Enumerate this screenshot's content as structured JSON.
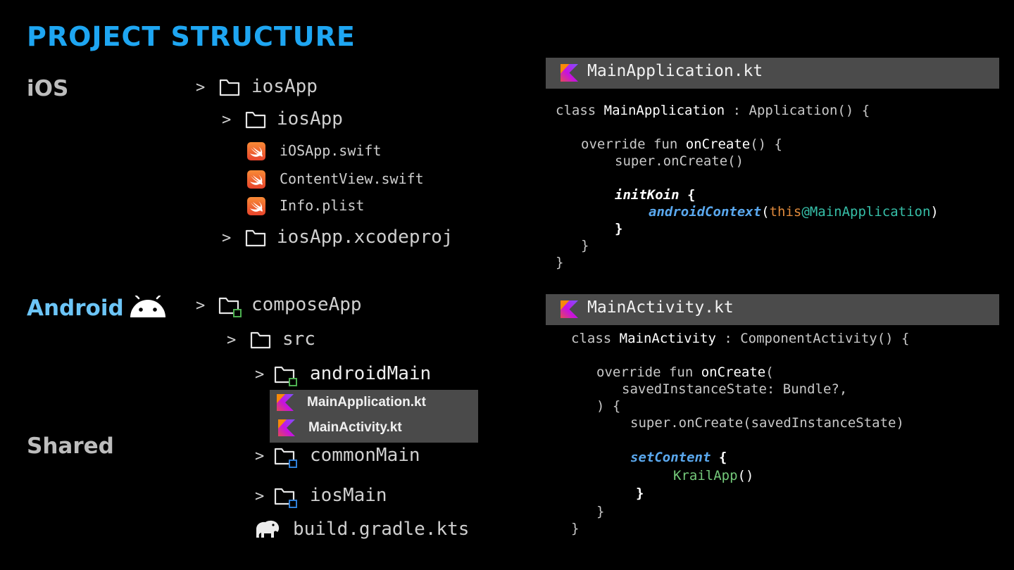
{
  "title": "PROJECT STRUCTURE",
  "sections": {
    "ios": "iOS",
    "android": "Android",
    "shared": "Shared"
  },
  "tree": {
    "chevron": ">",
    "ios_app_root": "iosApp",
    "ios_app_inner": "iosApp",
    "ios_swift": "iOSApp.swift",
    "content_view": "ContentView.swift",
    "info_plist": "Info.plist",
    "xcodeproj": "iosApp.xcodeproj",
    "compose_app": "composeApp",
    "src": "src",
    "android_main": "androidMain",
    "main_application_file": "MainApplication.kt",
    "main_activity_file": "MainActivity.kt",
    "common_main": "commonMain",
    "ios_main": "iosMain",
    "build_gradle": "build.gradle.kts"
  },
  "panel1": {
    "title": "MainApplication.kt",
    "l1_kw": "class ",
    "l1_name": "MainApplication",
    "l1_rest": " : Application() {",
    "l2_kw": "override fun ",
    "l2_name": "onCreate",
    "l2_rest": "() {",
    "l3_a": "super.",
    "l3_b": "onCreate",
    "l3_c": "()",
    "l4_fn": "initKoin",
    "l4_brace": " {",
    "l5_fn": "androidContext",
    "l5_open": "(",
    "l5_this": "this",
    "l5_label": "@MainApplication",
    "l5_close": ")",
    "l6": "}",
    "l7": "}",
    "l8": "}"
  },
  "panel2": {
    "title": "MainActivity.kt",
    "l1_kw": "class ",
    "l1_name": "MainActivity",
    "l1_rest": " : ComponentActivity() {",
    "l2_kw": "override fun ",
    "l2_name": "onCreate",
    "l2_rest": "(",
    "l3": "savedInstanceState: Bundle?,",
    "l4": ") {",
    "l5_a": "super.",
    "l5_b": "onCreate",
    "l5_c": "(savedInstanceState)",
    "l6_fn": "setContent",
    "l6_brace": " {",
    "l7_fn": "KrailApp",
    "l7_paren": "()",
    "l8": "}",
    "l9": "}",
    "l10": "}"
  },
  "colors": {
    "title": "#1ea6f2",
    "android": "#6cc5f7",
    "android_green_dot": "#4caf50",
    "shared_blue_dot": "#2f7fd8",
    "highlight_bg": "#4a4a4a",
    "panel_header_bg": "#4b4b4b"
  },
  "icons": [
    "folder-icon",
    "swift-icon",
    "kotlin-icon",
    "android-robot-icon",
    "gradle-elephant-icon"
  ]
}
